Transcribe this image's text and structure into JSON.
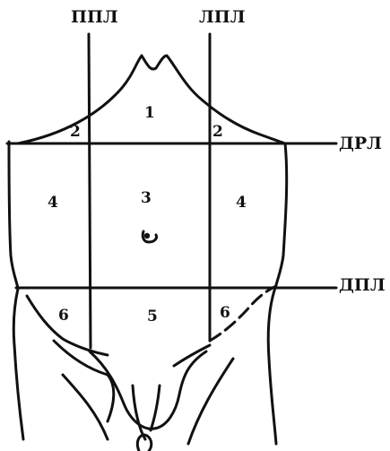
{
  "lines": {
    "left_vertical": "ППЛ",
    "right_vertical": "ЛПЛ",
    "upper_horizontal": "ДРЛ",
    "lower_horizontal": "ДПЛ"
  },
  "regions": {
    "r1": "1",
    "r2_left": "2",
    "r2_right": "2",
    "r3": "3",
    "r4_left": "4",
    "r4_right": "4",
    "r5": "5",
    "r6_left": "6",
    "r6_right": "6"
  },
  "colors": {
    "ink": "#111111",
    "background": "#ffffff"
  }
}
